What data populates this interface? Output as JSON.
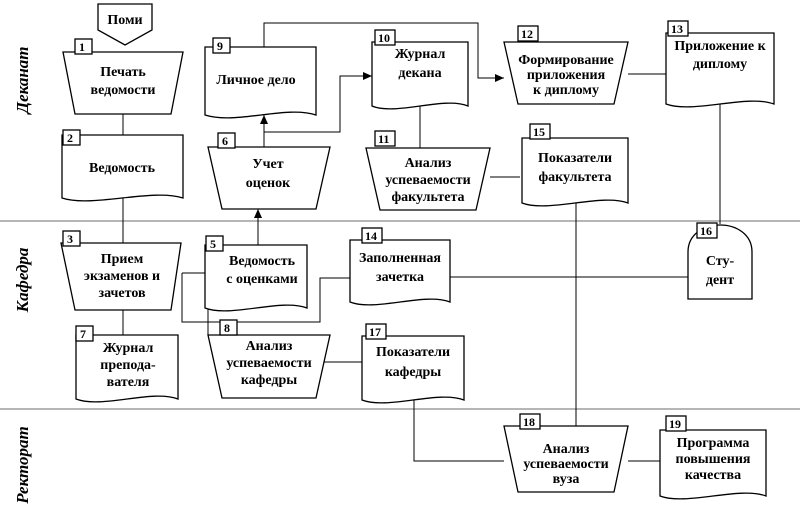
{
  "lanes": {
    "dean": "Деканат",
    "dept": "Кафедра",
    "rector": "Ректорат"
  },
  "nodes": {
    "n0": {
      "text": [
        "Поми"
      ]
    },
    "n1": {
      "num": "1",
      "text": [
        "Печать",
        "ведомости"
      ]
    },
    "n2": {
      "num": "2",
      "text": [
        "Ведомость"
      ]
    },
    "n3": {
      "num": "3",
      "text": [
        "Прием",
        "экзаменов и",
        "зачетов"
      ]
    },
    "n4": {
      "num": "9",
      "text": [
        "Личное дело"
      ]
    },
    "n5": {
      "num": "6",
      "text": [
        "Учет",
        "оценок"
      ]
    },
    "n6": {
      "num": "5",
      "text": [
        "Ведомость",
        "с оценками"
      ]
    },
    "n7": {
      "num": "7",
      "text": [
        "Журнал",
        "препода-",
        "вателя"
      ]
    },
    "n8": {
      "num": "8",
      "text": [
        "Анализ",
        "успеваемости",
        "кафедры"
      ]
    },
    "n9": {
      "num": "10",
      "text": [
        "Журнал",
        "декана"
      ]
    },
    "n10": {
      "num": "11",
      "text": [
        "Анализ",
        "успеваемости",
        "факультета"
      ]
    },
    "n11": {
      "num": "14",
      "text": [
        "Заполненная",
        "зачетка"
      ]
    },
    "n12": {
      "num": "17",
      "text": [
        "Показатели",
        "кафедры"
      ]
    },
    "n13": {
      "num": "12",
      "text": [
        "Формирование",
        "приложения",
        "к диплому"
      ]
    },
    "n14": {
      "num": "15",
      "text": [
        "Показатели",
        "факультета"
      ]
    },
    "n15": {
      "num": "18",
      "text": [
        "Анализ",
        "успеваемости",
        "вуза"
      ]
    },
    "n16": {
      "num": "13",
      "text": [
        "Приложение к",
        "диплому"
      ]
    },
    "n17": {
      "num": "16",
      "text": [
        "Сту-",
        "дент"
      ]
    },
    "n18": {
      "num": "19",
      "text": [
        "Программа",
        "повышения",
        "качества"
      ]
    }
  }
}
